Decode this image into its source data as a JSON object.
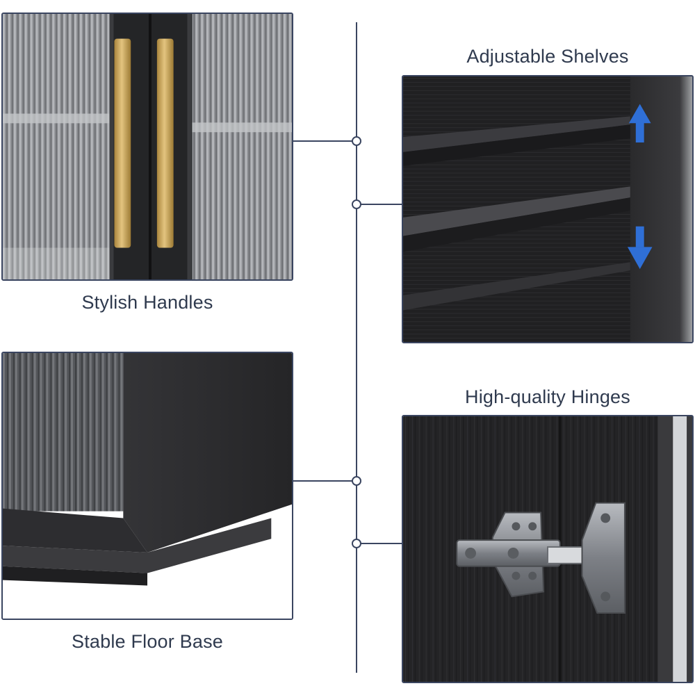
{
  "features": [
    {
      "label": "Stylish Handles"
    },
    {
      "label": "Adjustable Shelves"
    },
    {
      "label": "Stable Floor Base"
    },
    {
      "label": "High-quality Hinges"
    }
  ],
  "colors": {
    "frame": "#3a4560",
    "caption_text": "#2f3a4e",
    "cabinet_wood": "#2a2a2c",
    "handle_gold": "#c9a45a",
    "arrow_blue": "#2f6fd6",
    "hinge_steel": "#8c8f94"
  }
}
